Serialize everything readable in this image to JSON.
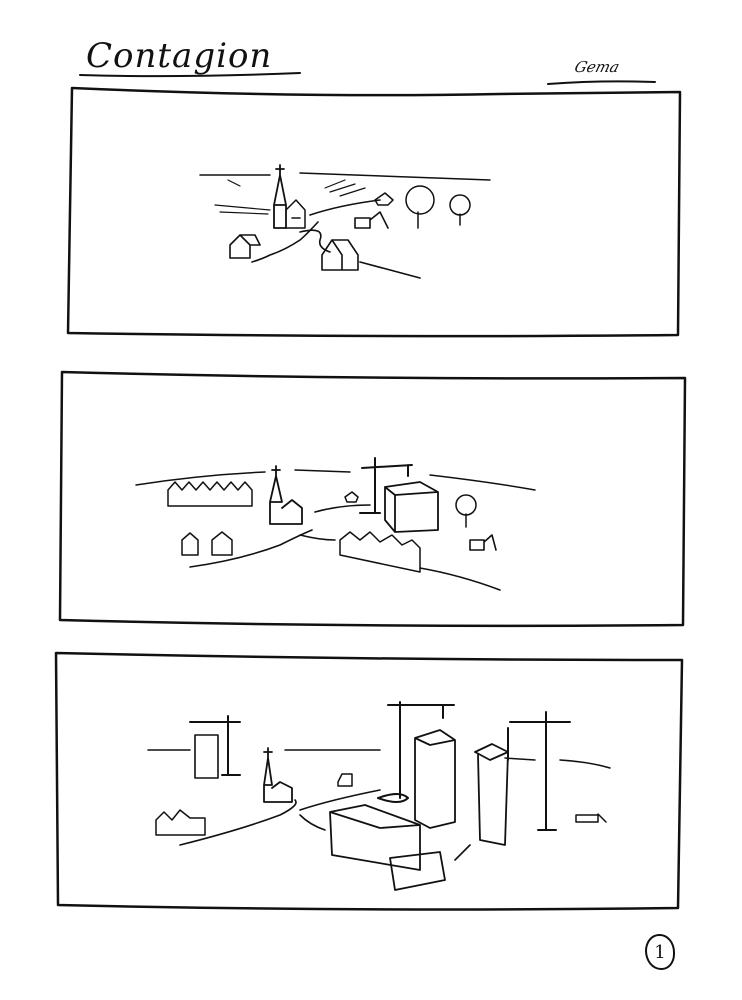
{
  "page": {
    "title": "Contagion",
    "signature": "Gema",
    "page_number": "1",
    "ink_color": "#111111",
    "paper_color": "#ffffff"
  },
  "panels": [
    {
      "id": 1,
      "scene": "small-village",
      "elements": [
        "church-with-steeple",
        "houses",
        "winding-road",
        "excavator",
        "trees",
        "fields",
        "horizon"
      ]
    },
    {
      "id": 2,
      "scene": "growing-town",
      "elements": [
        "row-of-houses",
        "church-with-steeple",
        "tower-crane",
        "apartment-block",
        "houses",
        "winding-road",
        "tree",
        "excavator",
        "car"
      ]
    },
    {
      "id": 3,
      "scene": "city-construction",
      "elements": [
        "tower-cranes",
        "high-rise-towers",
        "low-rise-blocks",
        "church-with-steeple",
        "houses",
        "road",
        "car",
        "excavator"
      ]
    }
  ]
}
